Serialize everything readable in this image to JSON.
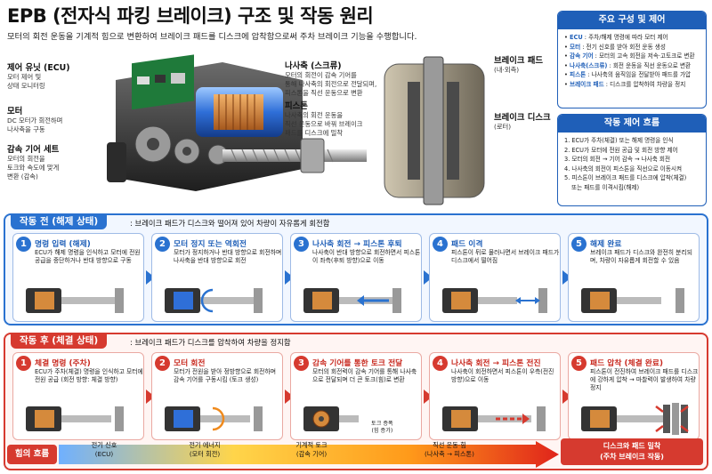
{
  "header": {
    "title": "EPB (전자식 파킹 브레이크) 구조 및 작동 원리",
    "subtitle": "모터의 회전 운동을 기계적 힘으로 변환하여 브레이크 패드를 디스크에 압착함으로써 주차 브레이크 기능을 수행합니다."
  },
  "callouts": [
    {
      "title": "제어 유닛 (ECU)",
      "desc": [
        "모터 제어 및",
        "상태 모니터링"
      ]
    },
    {
      "title": "모터",
      "desc": [
        "DC 모터가 회전하며",
        "나사축을 구동"
      ]
    },
    {
      "title": "감속 기어 세트",
      "desc": [
        "모터의 회전을",
        "토크와 속도에 맞게",
        "변환 (감속)"
      ]
    },
    {
      "title": "나사축 (스크류)",
      "desc": [
        "모터의 회전이 감속 기어를",
        "통해 나사축의 회전으로 전달되며,",
        "피스톤을 직선 운동으로 변환"
      ]
    },
    {
      "title": "피스톤",
      "desc": [
        "나사축의 회전 운동을",
        "직선 운동으로 바꿔 브레이크",
        "패드를 디스크에 밀착"
      ]
    },
    {
      "title": "브레이크 패드",
      "desc": [
        "(내·외측)"
      ]
    },
    {
      "title": "브레이크 디스크",
      "desc": [
        "(로터)"
      ]
    }
  ],
  "components_panel": {
    "title": "주요 구성 및 제어",
    "items": [
      {
        "key": "ECU",
        "text": " : 주차/해제 명령에 따라 모터 제어"
      },
      {
        "key": "모터",
        "text": " : 전기 신호를 받아 회전 운동 생성"
      },
      {
        "key": "감속 기어",
        "text": " : 모터의 고속 회전을 저속·고토크로 변환"
      },
      {
        "key": "나사축(스크류)",
        "text": " : 회전 운동을 직선 운동으로 변환"
      },
      {
        "key": "피스톤",
        "text": " : 나사축의 움직임을 전달받아 패드를 가압"
      },
      {
        "key": "브레이크 패드",
        "text": " : 디스크를 압착하여 차량을 정지"
      }
    ]
  },
  "control_panel": {
    "title": "작동 제어 흐름",
    "items": [
      "1. ECU가 주차(체결) 또는 해제 명령을 인식",
      "2. ECU가 모터에 전원 공급 및 회전 방향 제어",
      "3. 모터의 회전 → 기어 감속 → 나사축 회전",
      "4. 나사축의 회전이 피스톤을 직선으로 이동시켜",
      "5. 피스톤이 브레이크 패드를 디스크에 압착(체결)",
      "또는 패드를 이격시킴(해제)"
    ]
  },
  "before": {
    "tag": "작동 전 (해제 상태)",
    "desc": ": 브레이크 패드가 디스크와 떨어져 있어 차량이 자유롭게 회전함",
    "steps": [
      {
        "num": "1",
        "title": "명령 입력 (해제)",
        "desc": "ECU가 해제 명령을 인식하고 모터에 전원 공급을 중단하거나 반대 방향으로 구동"
      },
      {
        "num": "2",
        "title": "모터 정지 또는 역회전",
        "desc": "모터가 정지하거나 반대 방향으로 회전하며 나사축을 반대 방향으로 회전"
      },
      {
        "num": "3",
        "title": "나사축 회전 → 피스톤 후퇴",
        "desc": "나사축이 반대 방향으로 회전하면서 피스톤이 좌측(후퇴 방향)으로 이동"
      },
      {
        "num": "4",
        "title": "패드 이격",
        "desc": "피스톤이 뒤로 물러나면서 브레이크 패드가 디스크에서 떨어짐"
      },
      {
        "num": "5",
        "title": "해제 완료",
        "desc": "브레이크 패드가 디스크와 완전히 분리되며, 차량이 자유롭게 회전할 수 있음"
      }
    ]
  },
  "after": {
    "tag": "작동 후 (체결 상태)",
    "desc": ": 브레이크 패드가 디스크를 압착하여 차량을 정지함",
    "steps": [
      {
        "num": "1",
        "title": "체결 명령 (주차)",
        "desc": "ECU가 주차(체결) 명령을 인식하고 모터에 전원 공급 (회전 방향: 체결 방향)"
      },
      {
        "num": "2",
        "title": "모터 회전",
        "desc": "모터가 전원을 받아 정방향으로 회전하며 감속 기어를 구동시킴 (토크 생성)"
      },
      {
        "num": "3",
        "title": "감속 기어를 통한 토크 전달",
        "desc": "모터의 회전력이 감속 기어를 통해 나사축으로 전달되며 더 큰 토크(힘)로 변환"
      },
      {
        "num": "4",
        "title": "나사축 회전 → 피스톤 전진",
        "desc": "나사축이 회전하면서 피스톤이 우측(전진 방향)으로 이동"
      },
      {
        "num": "5",
        "title": "패드 압착 (체결 완료)",
        "desc": "피스톤이 전진하여 브레이크 패드를 디스크에 강하게 압착 → 마찰력이 발생하여 차량 정지"
      }
    ],
    "torque_note": [
      "토크 증폭",
      "(힘 증가)"
    ]
  },
  "flow": {
    "tag": "힘의 흐름",
    "stages": [
      {
        "main": "전기 신호",
        "sub": "(ECU)"
      },
      {
        "main": "전기 에너지",
        "sub": "(모터 회전)"
      },
      {
        "main": "기계적 토크",
        "sub": "(감속 기어)"
      },
      {
        "main": "직선 운동·힘",
        "sub": "(나사축 → 피스톤)"
      }
    ],
    "final": {
      "main": "디스크와 패드 밀착",
      "sub": "(주차 브레이크 작동)"
    }
  }
}
